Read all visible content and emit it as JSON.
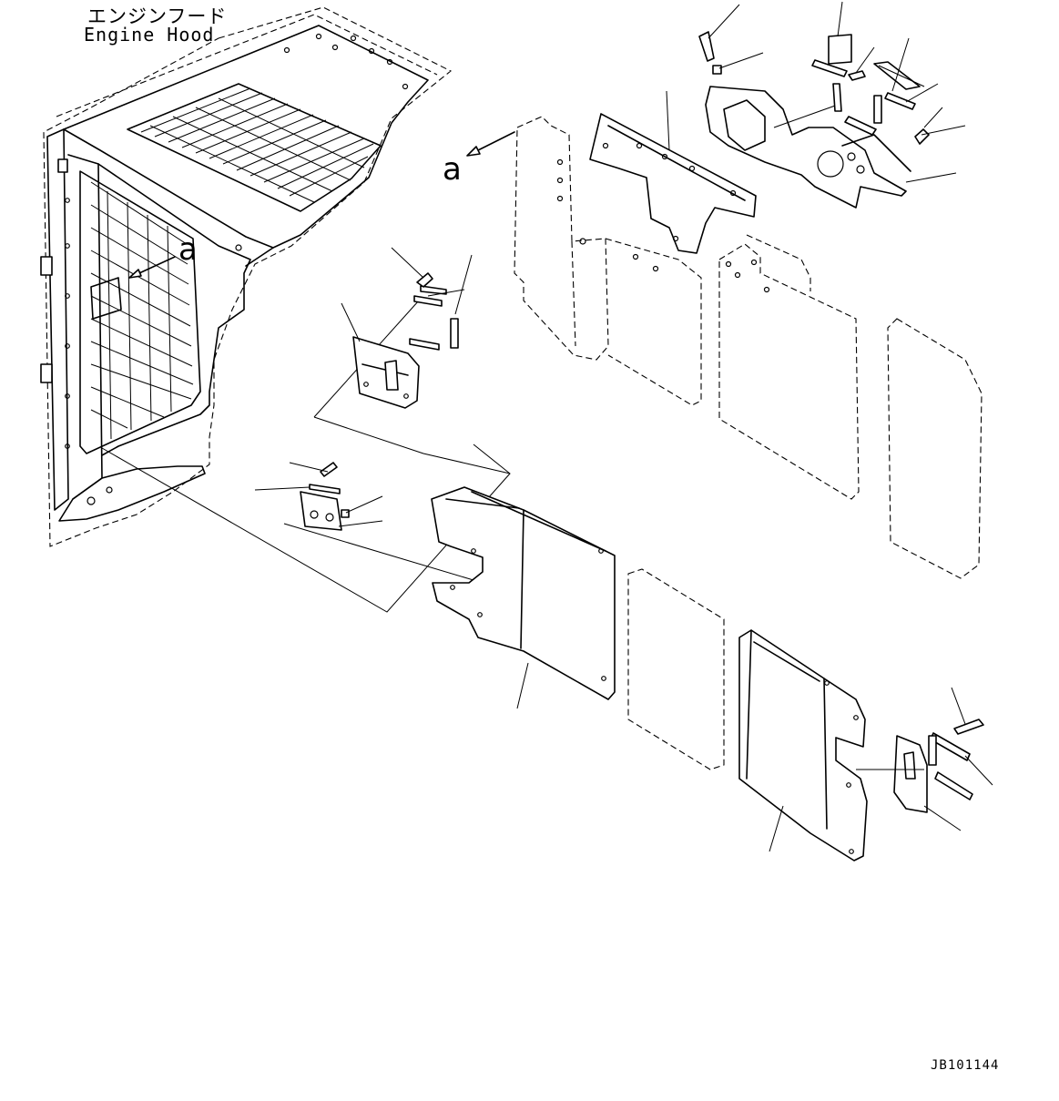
{
  "hood": {
    "label_jp": "エンジンフード",
    "label_en": "Engine Hood"
  },
  "view_markers": {
    "hood_marker": "a",
    "detail_marker": "a"
  },
  "drawing_number": "JB101144"
}
